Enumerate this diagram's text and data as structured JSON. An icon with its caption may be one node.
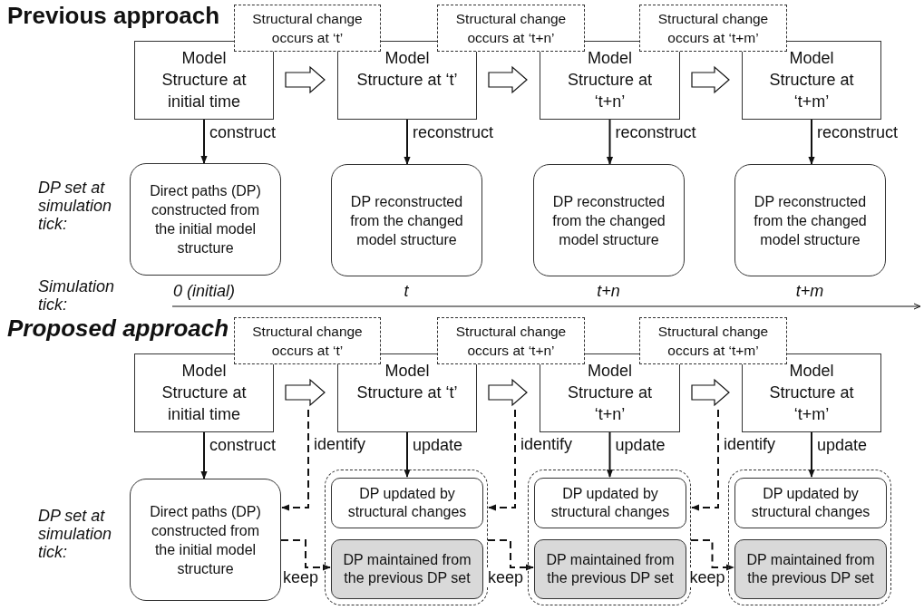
{
  "diagram": {
    "nodes": [
      {
        "text": [
          "Model Structure at initial time"
        ]
      },
      {
        "text": [
          "Structural change occurs at ‘t’"
        ]
      },
      {
        "text": [
          "Model Structure at ‘t’"
        ]
      },
      {
        "text": [
          "Structural change occurs at ‘t+n’"
        ]
      },
      {
        "text": [
          "Model Structure at ‘t+n’"
        ]
      },
      {
        "text": [
          "Structural change occurs at ‘t+m’"
        ]
      },
      {
        "text": [
          "Model Structure at ‘t+m’"
        ]
      },
      {
        "text": [
          "Direct paths (DP) constructed from the initial model structure"
        ]
      },
      {
        "text": [
          "DP reconstructed from the changed model structure"
        ]
      },
      {
        "text": [
          "DP reconstructed from the changed model structure"
        ]
      },
      {
        "text": [
          "DP reconstructed from the changed model structure"
        ]
      },
      {
        "text": [
          "Model Structure at initial time"
        ]
      },
      {
        "text": [
          "Structural change occurs at ‘t’"
        ]
      },
      {
        "text": [
          "Model Structure at ‘t’"
        ]
      },
      {
        "text": [
          "Structural change occurs at ‘t+n’"
        ]
      },
      {
        "text": [
          "Model Structure at ‘t+n’"
        ]
      },
      {
        "text": [
          "Structural change occurs at ‘t+m’"
        ]
      },
      {
        "text": [
          "Model Structure at ‘t+m’"
        ]
      },
      {
        "text": [
          "Direct paths (DP) constructed from the initial model structure"
        ]
      },
      {
        "text": [],
        "shape": "box"
      },
      {
        "text": [
          "DP updated by structural changes"
        ],
        "in": 19
      },
      {
        "text": [
          "DP maintained from the previous DP set"
        ],
        "in": 19
      },
      {
        "text": [],
        "shape": "box"
      },
      {
        "text": [
          "DP updated by structural changes"
        ],
        "in": 22
      },
      {
        "text": [
          "DP maintained from the previous DP set"
        ],
        "in": 22
      },
      {
        "text": [],
        "shape": "box"
      },
      {
        "text": [
          "DP updated by structural changes"
        ],
        "in": 25
      },
      {
        "text": [
          "DP maintained from the previous DP set"
        ],
        "in": 25
      }
    ],
    "edges": [
      {
        "from": 0,
        "to": 2,
        "arrow": "to",
        "style": "thick"
      },
      {
        "from": 2,
        "to": 4,
        "arrow": "to",
        "style": "thick"
      },
      {
        "from": 4,
        "to": 6,
        "arrow": "to",
        "style": "thick"
      },
      {
        "from": 0,
        "to": 7,
        "arrow": "to",
        "label": "construct"
      },
      {
        "from": 2,
        "to": 8,
        "arrow": "to",
        "label": "reconstruct"
      },
      {
        "from": 4,
        "to": 9,
        "arrow": "to",
        "label": "reconstruct"
      },
      {
        "from": 6,
        "to": 10,
        "arrow": "to",
        "label": "reconstruct"
      },
      {
        "from": 11,
        "to": 13,
        "arrow": "to",
        "style": "thick"
      },
      {
        "from": 13,
        "to": 15,
        "arrow": "to",
        "style": "thick"
      },
      {
        "from": 15,
        "to": 17,
        "arrow": "to",
        "style": "thick"
      },
      {
        "from": 11,
        "to": 18,
        "arrow": "to",
        "label": "construct"
      },
      {
        "from": 13,
        "to": 20,
        "arrow": "to",
        "label": "update"
      },
      {
        "from": 15,
        "to": 23,
        "arrow": "to",
        "label": "update"
      },
      {
        "from": 17,
        "to": 26,
        "arrow": "to",
        "label": "update"
      },
      {
        "from": null,
        "to": 18,
        "arrow": "to",
        "label": "identify",
        "style": "dashed"
      },
      {
        "from": null,
        "to": 19,
        "arrow": "to",
        "label": "identify",
        "style": "dashed"
      },
      {
        "from": null,
        "to": 22,
        "arrow": "to",
        "label": "identify",
        "style": "dashed"
      },
      {
        "from": 18,
        "to": 21,
        "arrow": "to",
        "label": "keep",
        "style": "dashed"
      },
      {
        "from": 19,
        "to": 24,
        "arrow": "to",
        "label": "keep",
        "style": "dashed"
      },
      {
        "from": 22,
        "to": 27,
        "arrow": "to",
        "label": "keep",
        "style": "dashed"
      }
    ],
    "labels": [
      "Previous approach",
      "DP set at simulation tick:",
      "Simulation tick:",
      "0 (initial)",
      "t",
      "t+n",
      "t+m",
      "Proposed approach",
      "DP set at simulation tick:"
    ]
  }
}
